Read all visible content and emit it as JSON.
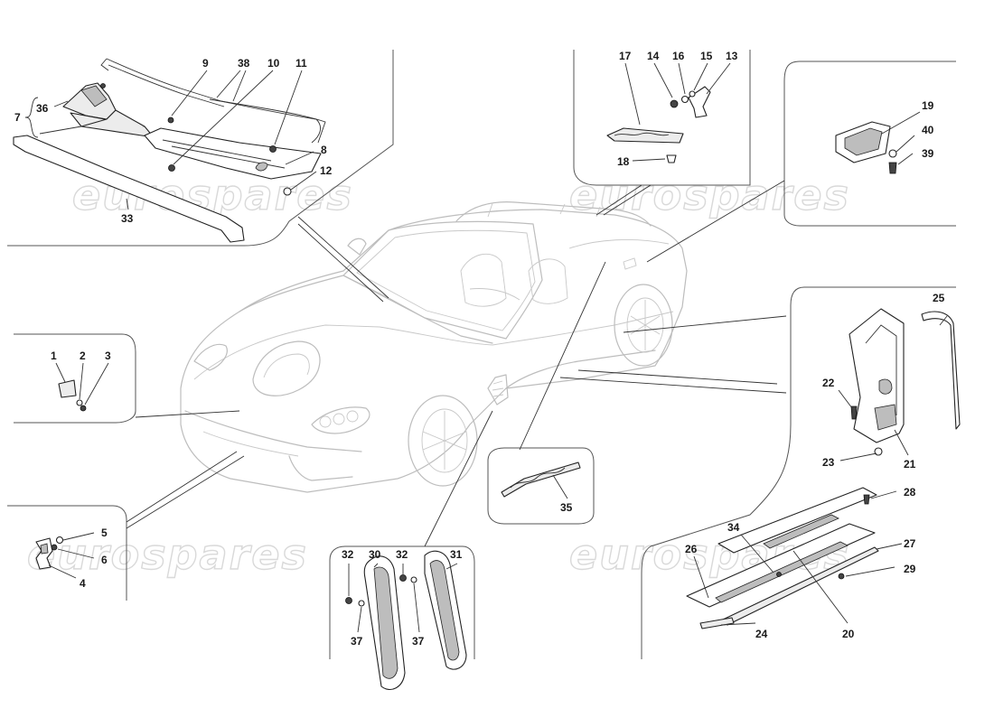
{
  "watermark": "eurospares",
  "callouts": {
    "c1": "1",
    "c2": "2",
    "c3": "3",
    "c4": "4",
    "c5": "5",
    "c6": "6",
    "c7": "7",
    "c8": "8",
    "c9": "9",
    "c10": "10",
    "c11": "11",
    "c12": "12",
    "c13": "13",
    "c14": "14",
    "c15": "15",
    "c16": "16",
    "c17": "17",
    "c18": "18",
    "c19": "19",
    "c20": "20",
    "c21": "21",
    "c22": "22",
    "c23": "23",
    "c24": "24",
    "c25": "25",
    "c26": "26",
    "c27": "27",
    "c28": "28",
    "c29": "29",
    "c30": "30",
    "c31": "31",
    "c32": "32",
    "c33": "33",
    "c34": "34",
    "c35": "35",
    "c36": "36",
    "c37": "37",
    "c38": "38",
    "c39": "39",
    "c40": "40"
  }
}
